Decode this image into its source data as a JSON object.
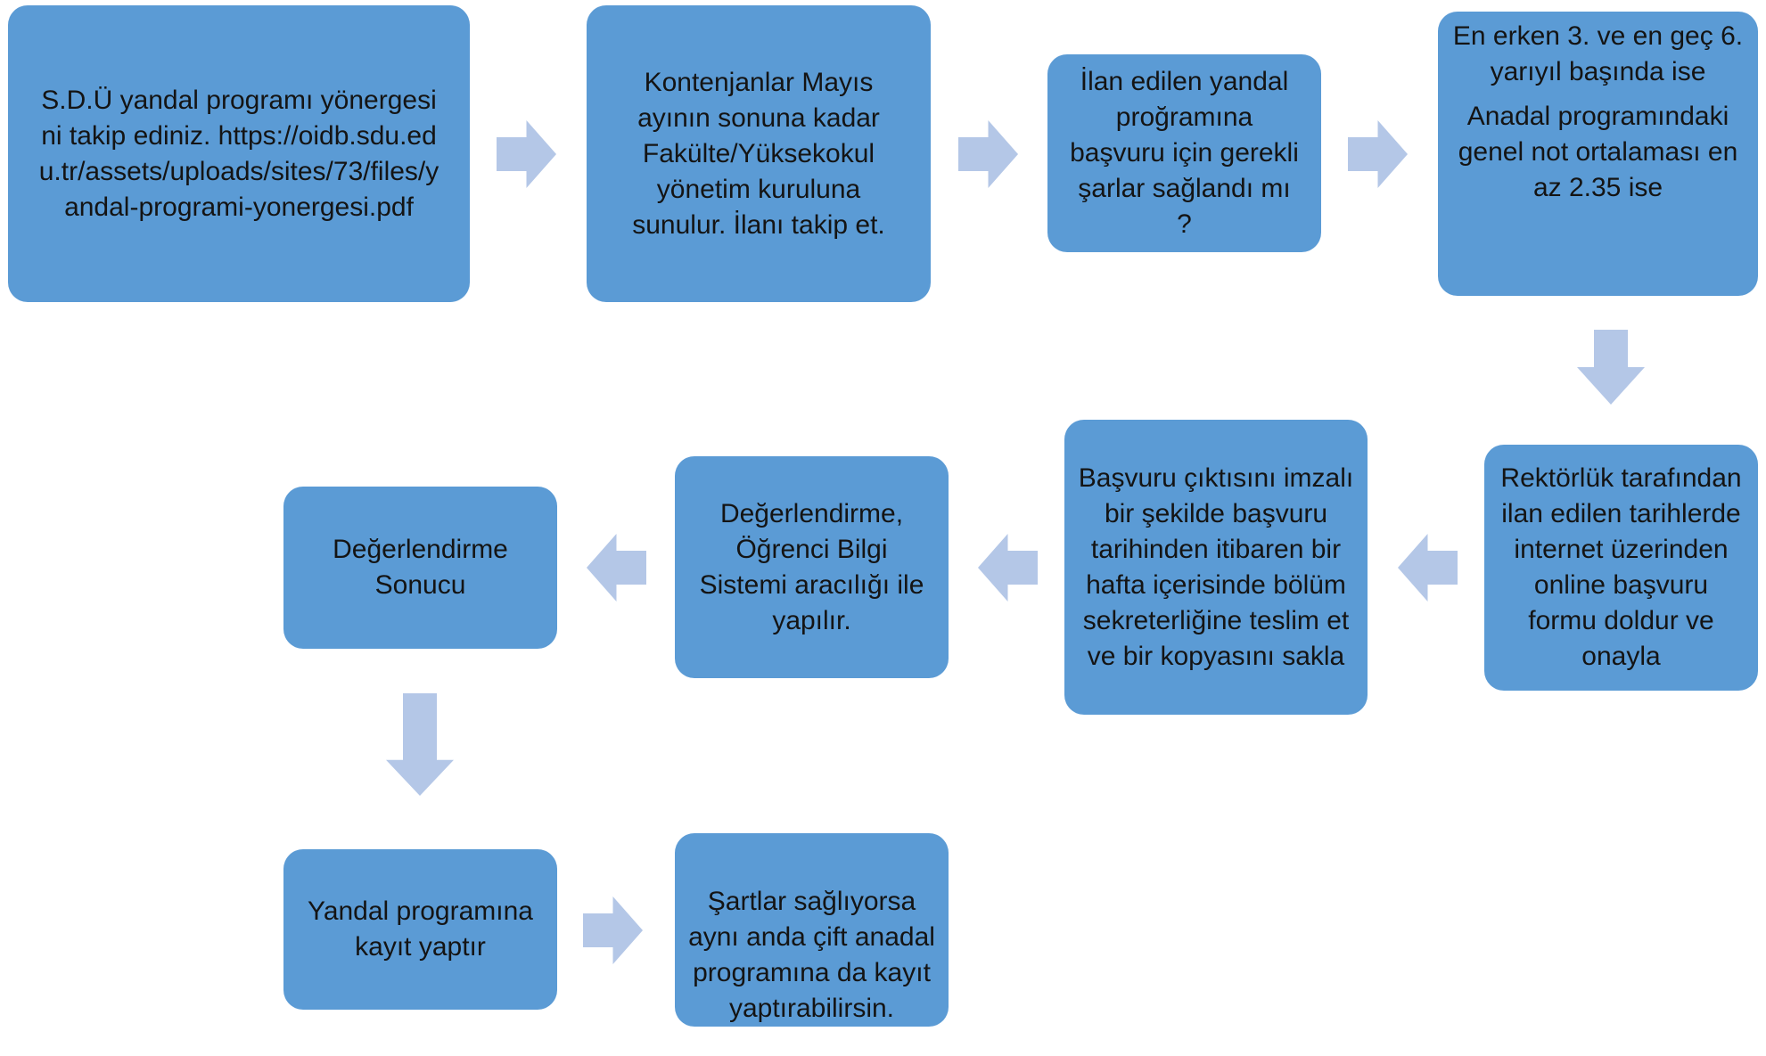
{
  "colors": {
    "box": "#5B9BD5",
    "arrow": "#B4C7E7",
    "text": "#141414"
  },
  "steps": [
    {
      "text": "S.D.Ü yandal programı yönergesini takip ediniz. https://oidb.sdu.edu.tr/assets/uploads/sites/73/files/yandal-programi-yonergesi.pdf"
    },
    {
      "text": "Kontenjanlar Mayıs ayının sonuna kadar Fakülte/Yüksekokul yönetim kuruluna sunulur. İlanı takip et."
    },
    {
      "text": "İlan edilen yandal proğramına başvuru için gerekli şarlar sağlandı mı ?"
    },
    {
      "text_a": "En erken 3. ve en geç 6. yarıyıl başında ise",
      "text_b": "Anadal programındaki genel not ortalaması en az 2.35 ise"
    },
    {
      "text": "Rektörlük tarafından ilan edilen tarihlerde internet üzerinden online başvuru formu doldur ve onayla"
    },
    {
      "text": "Başvuru çıktısını imzalı bir şekilde başvuru tarihinden itibaren bir hafta içerisinde bölüm sekreterliğine teslim et ve bir kopyasını sakla"
    },
    {
      "text": "Değerlendirme, Öğrenci Bilgi Sistemi aracılığı ile yapılır."
    },
    {
      "text": "Değerlendirme Sonucu"
    },
    {
      "text": "Yandal programına kayıt yaptır"
    },
    {
      "text": "Şartlar sağlıyorsa aynı anda çift anadal programına da kayıt yaptırabilirsin."
    }
  ]
}
